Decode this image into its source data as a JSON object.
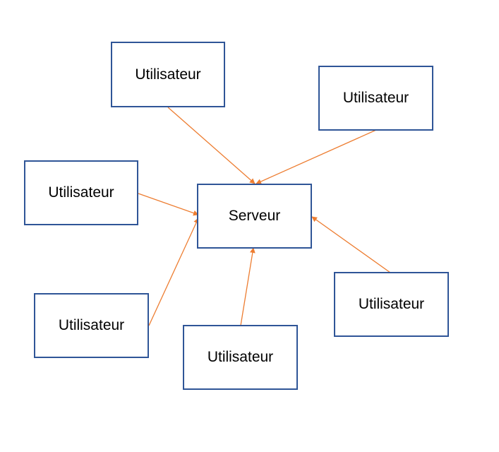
{
  "diagram": {
    "server": {
      "label": "Serveur"
    },
    "users": [
      {
        "label": "Utilisateur"
      },
      {
        "label": "Utilisateur"
      },
      {
        "label": "Utilisateur"
      },
      {
        "label": "Utilisateur"
      },
      {
        "label": "Utilisateur"
      },
      {
        "label": "Utilisateur"
      }
    ],
    "colors": {
      "box_border": "#2f5597",
      "arrow": "#ed7d31"
    }
  }
}
